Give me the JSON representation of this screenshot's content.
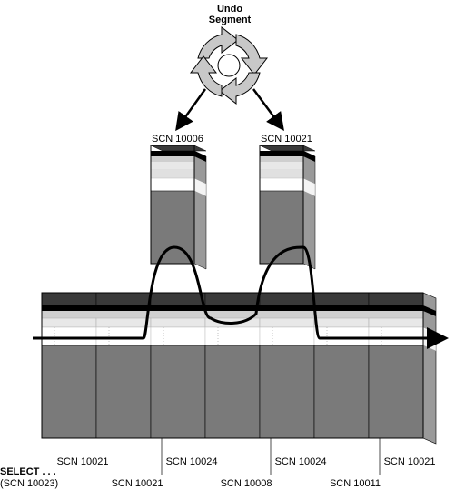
{
  "undo_segment": {
    "line1": "Undo",
    "line2": "Segment"
  },
  "undo_blocks": [
    {
      "label": "SCN 10006"
    },
    {
      "label": "SCN 10021"
    }
  ],
  "table_blocks": [
    {
      "label": "SCN 10021",
      "row": "upper"
    },
    {
      "label": "SCN 10021",
      "row": "lower"
    },
    {
      "label": "SCN 10024",
      "row": "upper"
    },
    {
      "label": "SCN 10008",
      "row": "lower"
    },
    {
      "label": "SCN 10024",
      "row": "upper"
    },
    {
      "label": "SCN 10011",
      "row": "lower"
    },
    {
      "label": "SCN 10021",
      "row": "upper"
    }
  ],
  "query": {
    "line1": "SELECT . . .",
    "line2": "(SCN 10023)"
  },
  "colors": {
    "block_top": "#3a3a3a",
    "block_band_dark": "#000000",
    "block_band_light": "#cfcfcf",
    "block_band_mid": "#e8e8e8",
    "block_body": "#7a7a7a",
    "block_side": "#9a9a9a",
    "block_side_dark": "#5a5a5a",
    "cycle_arrow_fill": "#c8c8c8",
    "stroke": "#000000"
  }
}
